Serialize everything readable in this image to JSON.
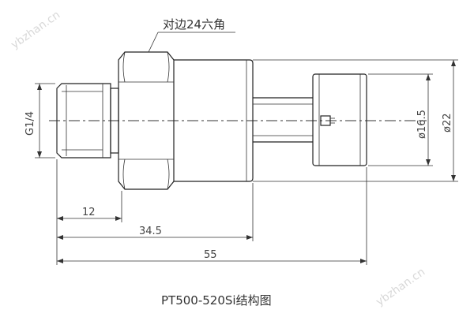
{
  "callout_hex": "对边24六角",
  "dim_thread": "G1/4",
  "dim_12": "12",
  "dim_34_5": "34.5",
  "dim_55": "55",
  "dim_d16_5": "ø16.5",
  "dim_d22": "ø22",
  "caption": "PT500-520Si结构图",
  "watermark_tl": "ybzhan.cn",
  "watermark_br": "ybzhan.cn",
  "colors": {
    "line": "#222222",
    "text": "#444444",
    "watermark": "#d8d8d8"
  }
}
